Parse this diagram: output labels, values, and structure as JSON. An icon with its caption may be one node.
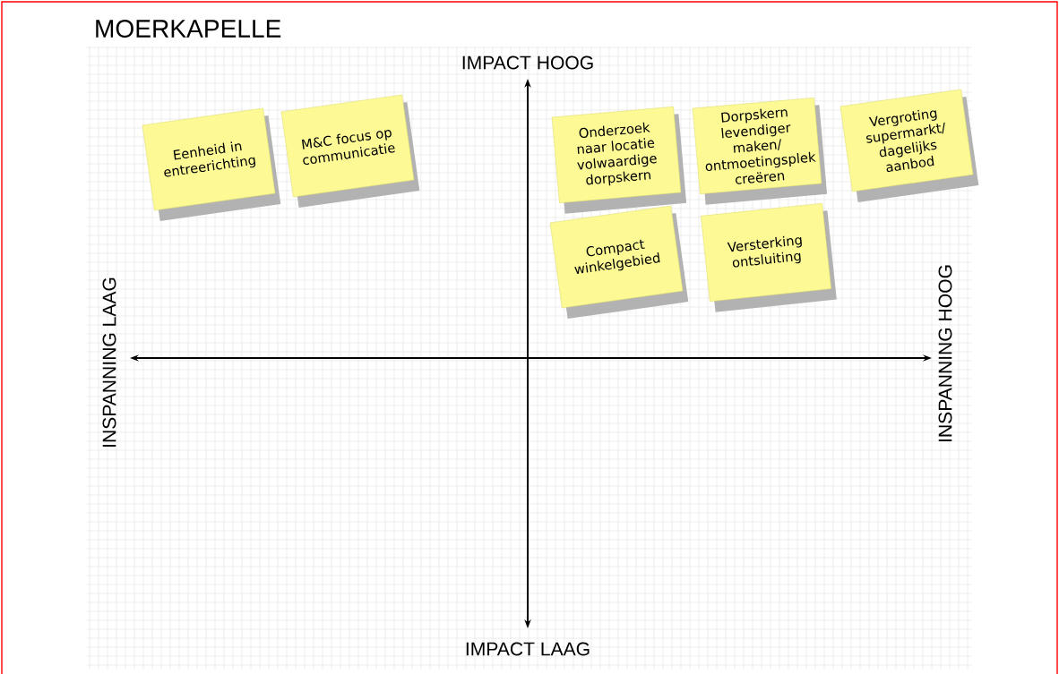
{
  "diagram": {
    "title": "MOERKAPELLE",
    "nodes": [
      {
        "text": [
          "Eenheid in entreerichting"
        ]
      },
      {
        "text": [
          "M&C focus op communicatie"
        ]
      },
      {
        "text": [
          "Onderzoek naar locatie volwaardige dorpskern"
        ]
      },
      {
        "text": [
          "Dorpskern levendiger maken/ ontmoetingsplek creëren"
        ]
      },
      {
        "text": [
          "Vergroting supermarkt/ dagelijks aanbod"
        ]
      },
      {
        "text": [
          "Compact winkelgebied"
        ]
      },
      {
        "text": [
          "Versterking ontsluiting"
        ]
      }
    ],
    "labels": [
      "IMPACT HOOG",
      "INSPANNING LAAG",
      "INSPANNING HOOG",
      "IMPACT LAAG"
    ]
  }
}
